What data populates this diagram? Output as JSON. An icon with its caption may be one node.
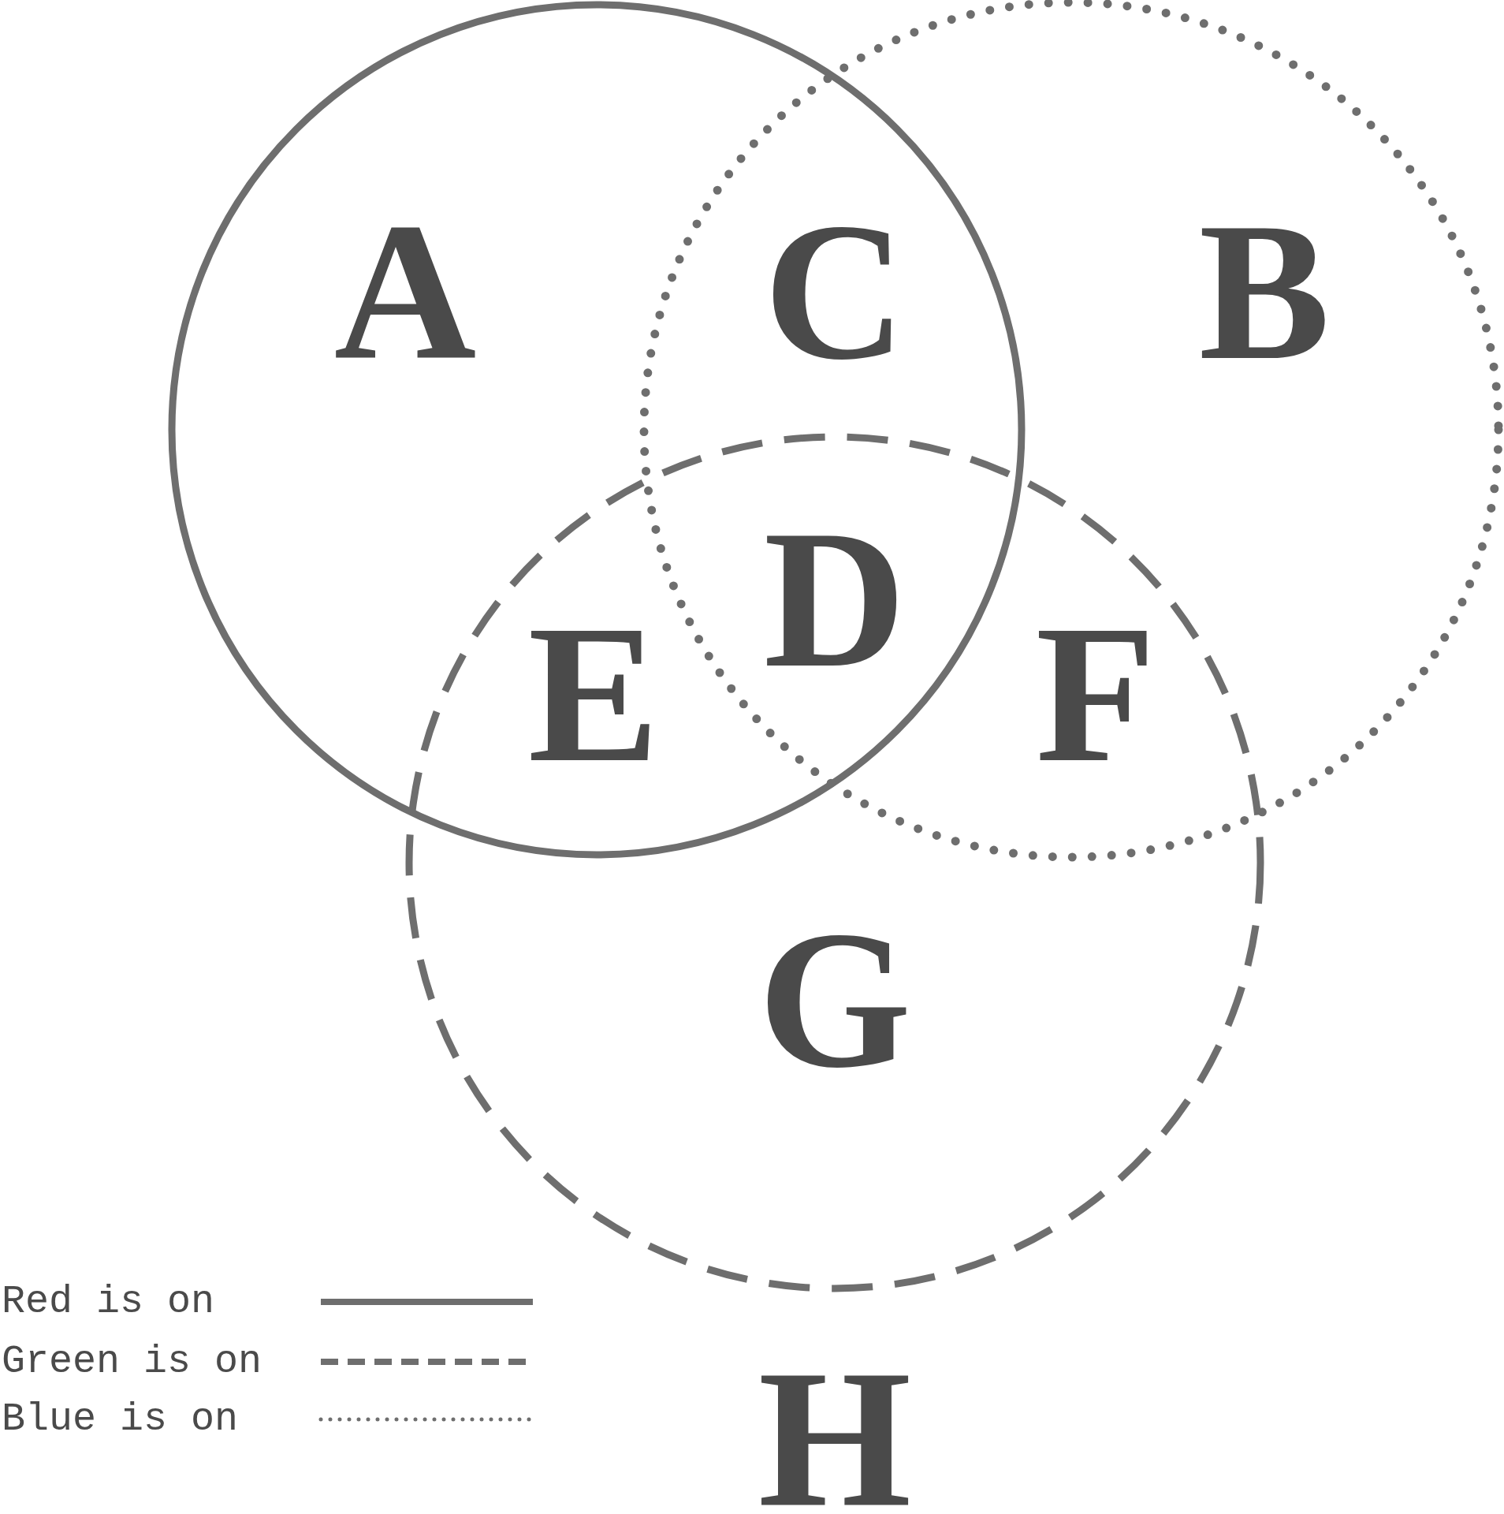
{
  "diagram": {
    "labels": [
      "A",
      "C",
      "B",
      "D",
      "E",
      "F",
      "G",
      "H"
    ],
    "legend": [
      {
        "text": "Red is on"
      },
      {
        "text": "Green is on"
      },
      {
        "text": "Blue is on"
      }
    ]
  }
}
